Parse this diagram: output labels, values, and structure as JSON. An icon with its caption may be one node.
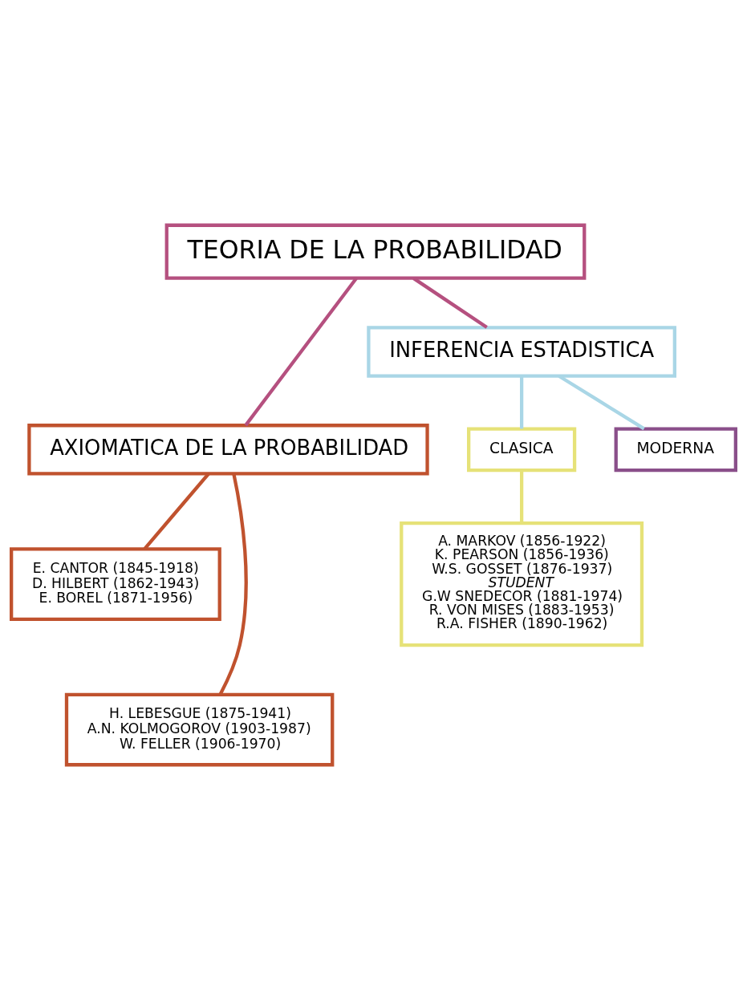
{
  "diagram": {
    "nodes": [
      {
        "text": [
          "TEORIA DE LA PROBABILIDAD"
        ]
      },
      {
        "text": [
          "AXIOMATICA DE LA PROBABILIDAD"
        ]
      },
      {
        "text": [
          "INFERENCIA ESTADISTICA"
        ]
      },
      {
        "text": [
          "CLASICA"
        ]
      },
      {
        "text": [
          "MODERNA"
        ]
      },
      {
        "text": [
          "E. CANTOR (1845-1918)",
          "D. HILBERT (1862-1943)",
          "E. BOREL (1871-1956)"
        ]
      },
      {
        "text": [
          "H. LEBESGUE (1875-1941)",
          "A.N. KOLMOGOROV (1903-1987)",
          "W. FELLER (1906-1970)"
        ]
      },
      {
        "text": [
          "A. MARKOV (1856-1922)",
          "K. PEARSON (1856-1936)",
          "W.S. GOSSET (1876-1937)",
          "STUDENT",
          "G.W SNEDECOR (1881-1974)",
          "R. VON MISES (1883-1953)",
          "R.A. FISHER (1890-1962)"
        ]
      }
    ],
    "edges": [
      {
        "from": 0,
        "to": 1,
        "arrow": "none",
        "color": "#b5507f"
      },
      {
        "from": 0,
        "to": 2,
        "arrow": "none",
        "color": "#b5507f"
      },
      {
        "from": 1,
        "to": 5,
        "arrow": "none",
        "color": "#c0522e"
      },
      {
        "from": 1,
        "to": 6,
        "arrow": "none",
        "color": "#c0522e"
      },
      {
        "from": 2,
        "to": 3,
        "arrow": "none",
        "color": "#a9d6e6"
      },
      {
        "from": 2,
        "to": 4,
        "arrow": "none",
        "color": "#a9d6e6"
      },
      {
        "from": 3,
        "to": 7,
        "arrow": "none",
        "color": "#e6e278"
      }
    ]
  }
}
